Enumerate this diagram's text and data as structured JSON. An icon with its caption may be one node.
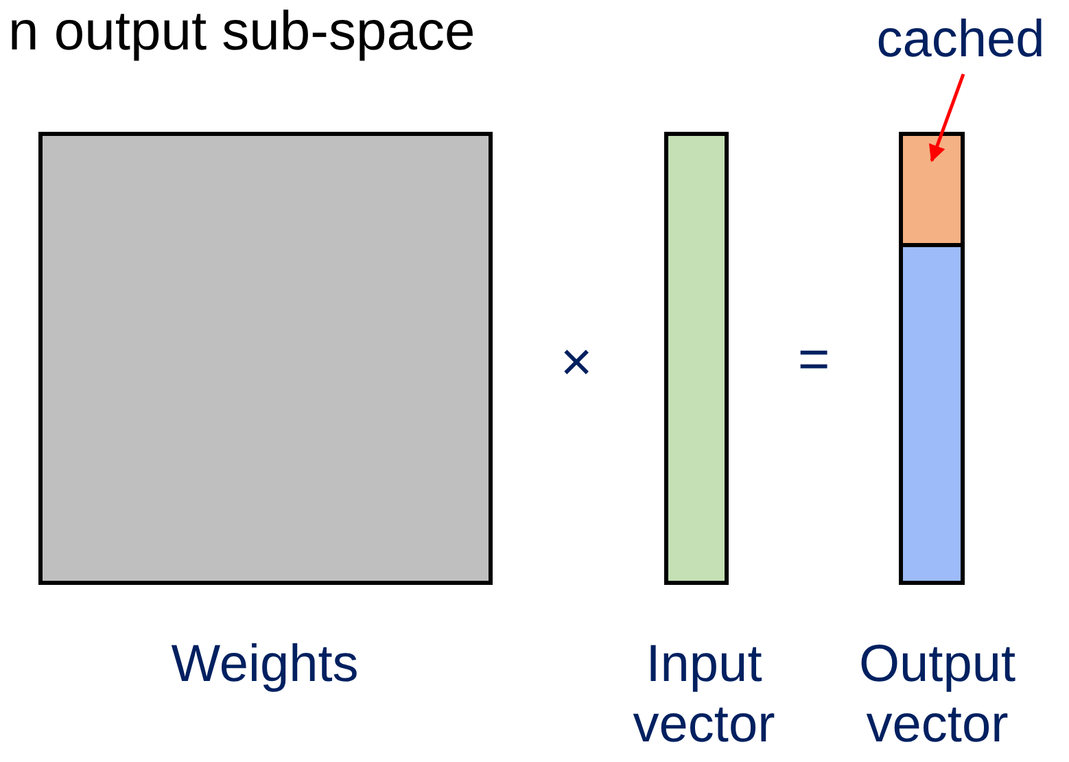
{
  "diagram": {
    "title": "n output sub-space",
    "nodes": [
      {
        "text": [],
        "shape": "box",
        "beside": [
          "Weights"
        ]
      },
      {
        "text": [],
        "shape": "box",
        "beside": [
          "Input vector"
        ]
      },
      {
        "text": [],
        "shape": "box",
        "beside": [
          "Output vector"
        ]
      },
      {
        "text": [],
        "shape": "box",
        "in": 2
      },
      {
        "text": [],
        "shape": "box",
        "in": 2
      },
      {
        "text": [
          "cached"
        ]
      }
    ],
    "edges": [
      {
        "from": 5,
        "to": 3,
        "arrow": "to",
        "color": "#ff0000"
      }
    ],
    "labels": [
      "×",
      "="
    ]
  }
}
